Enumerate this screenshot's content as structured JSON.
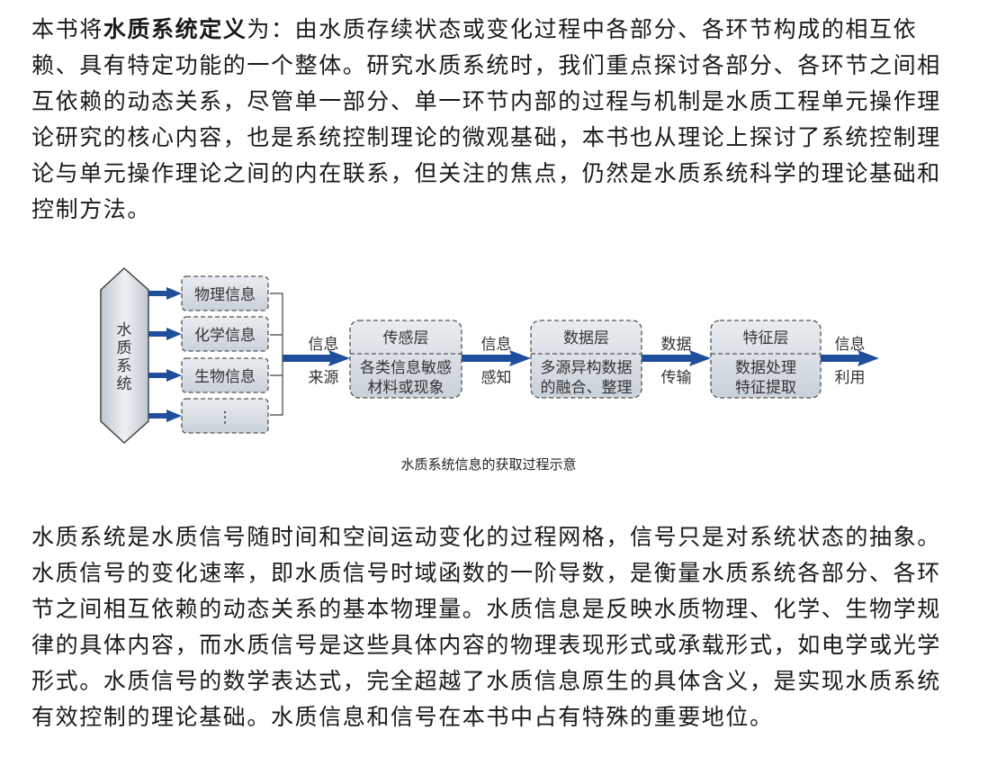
{
  "paragraph1": {
    "line1_prefix": "本书将",
    "line1_bold": "水质系统定义",
    "line1_suffix": "为：由水质存续状态或变化过程中各部分、各环节构成的相互依",
    "lines": [
      "赖、具有特定功能的一个整体。研究水质系统时，我们重点探讨各部分、各环节之间相",
      "互依赖的动态关系，尽管单一部分、单一环节内部的过程与机制是水质工程单元操作理",
      "论研究的核心内容，也是系统控制理论的微观基础，本书也从理论上探讨了系统控制理",
      "论与单元操作理论之间的内在联系，但关注的焦点，仍然是水质系统科学的理论基础和",
      "控制方法。"
    ]
  },
  "diagram": {
    "system_label": [
      "水",
      "质",
      "系",
      "统"
    ],
    "info_types": [
      "物理信息",
      "化学信息",
      "生物信息",
      "⋮"
    ],
    "arrow_labels": [
      {
        "top": "信息",
        "bottom": "来源"
      },
      {
        "top": "信息",
        "bottom": "感知"
      },
      {
        "top": "数据",
        "bottom": "传输"
      },
      {
        "top": "信息",
        "bottom": "利用"
      }
    ],
    "layers": [
      {
        "title": "传感层",
        "lines": [
          "各类信息敏感",
          "材料或现象"
        ]
      },
      {
        "title": "数据层",
        "lines": [
          "多源异构数据",
          "的融合、整理"
        ]
      },
      {
        "title": "特征层",
        "lines": [
          "数据处理",
          "特征提取"
        ]
      }
    ],
    "caption": "水质系统信息的获取过程示意",
    "arrow_color": "#1f4e9c"
  },
  "paragraph2": {
    "lines": [
      "水质系统是水质信号随时间和空间运动变化的过程网格，信号只是对系统状态的抽象。",
      "水质信号的变化速率，即水质信号时域函数的一阶导数，是衡量水质系统各部分、各环",
      "节之间相互依赖的动态关系的基本物理量。水质信息是反映水质物理、化学、生物学规",
      "律的具体内容，而水质信号是这些具体内容的物理表现形式或承载形式，如电学或光学",
      "形式。水质信号的数学表达式，完全超越了水质信息原生的具体含义，是实现水质系统",
      "有效控制的理论基础。水质信息和信号在本书中占有特殊的重要地位。"
    ]
  }
}
